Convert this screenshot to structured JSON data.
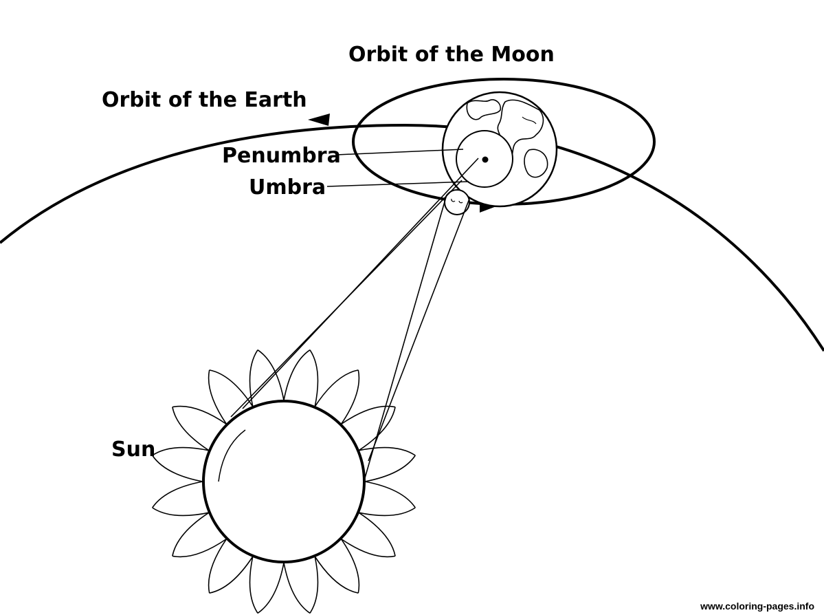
{
  "labels": {
    "orbit_moon": "Orbit of the Moon",
    "orbit_earth": "Orbit of the Earth",
    "penumbra": "Penumbra",
    "umbra": "Umbra",
    "sun": "Sun"
  },
  "watermark": "www.coloring-pages.info",
  "colors": {
    "line": "#000000",
    "background": "#ffffff"
  }
}
